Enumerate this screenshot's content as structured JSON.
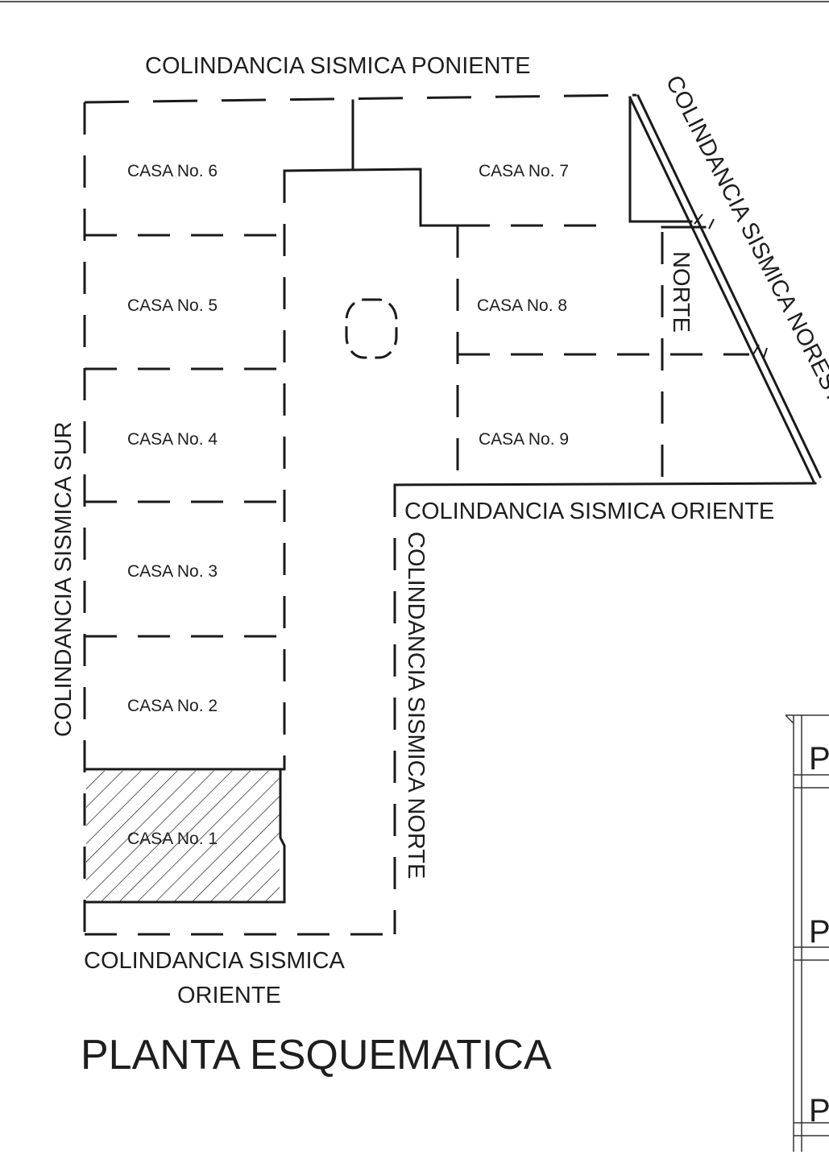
{
  "title": "PLANTA ESQUEMATICA",
  "boundaries": {
    "poniente": "COLINDANCIA SISMICA PONIENTE",
    "noreste": "COLINDANCIA SISMICA NORESTE",
    "sur": "COLINDANCIA SISMICA SUR",
    "oriente_right": "COLINDANCIA SISMICA ORIENTE",
    "norte": "COLINDANCIA SISMICA NORTE",
    "oriente_bottom_line1": "COLINDANCIA SISMICA",
    "oriente_bottom_line2": "ORIENTE",
    "norte_small": "NORTE"
  },
  "houses": [
    {
      "label": "CASA No. 1",
      "highlighted": true
    },
    {
      "label": "CASA No. 2"
    },
    {
      "label": "CASA No. 3"
    },
    {
      "label": "CASA No. 4"
    },
    {
      "label": "CASA No. 5"
    },
    {
      "label": "CASA No. 6"
    },
    {
      "label": "CASA No. 7"
    },
    {
      "label": "CASA No. 8"
    },
    {
      "label": "CASA No. 9"
    }
  ],
  "side_panel_letters": [
    "P",
    "P",
    "P"
  ],
  "colors": {
    "line": "#1a1a1a",
    "text": "#1e1e1e",
    "background": "#ffffff"
  }
}
